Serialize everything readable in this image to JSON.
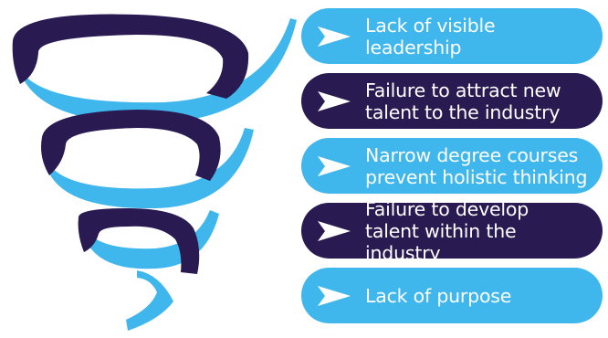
{
  "items": [
    {
      "line1": "Lack of visible leadership",
      "line2": "",
      "tone": "light"
    },
    {
      "line1": "Failure to attract new",
      "line2": "talent to the industry",
      "tone": "dark"
    },
    {
      "line1": "Narrow degree courses",
      "line2": "prevent holistic thinking",
      "tone": "light"
    },
    {
      "line1": "Failure to develop",
      "line2": "talent within the industry",
      "tone": "dark"
    },
    {
      "line1": "Lack of purpose",
      "line2": "",
      "tone": "light"
    }
  ],
  "colors": {
    "light_blue": "#3fb7ec",
    "dark_purple": "#2a1a52",
    "text": "#ffffff"
  },
  "icons": {
    "arrow": "arrow-right-icon",
    "spiral": "spiral-funnel-graphic"
  }
}
